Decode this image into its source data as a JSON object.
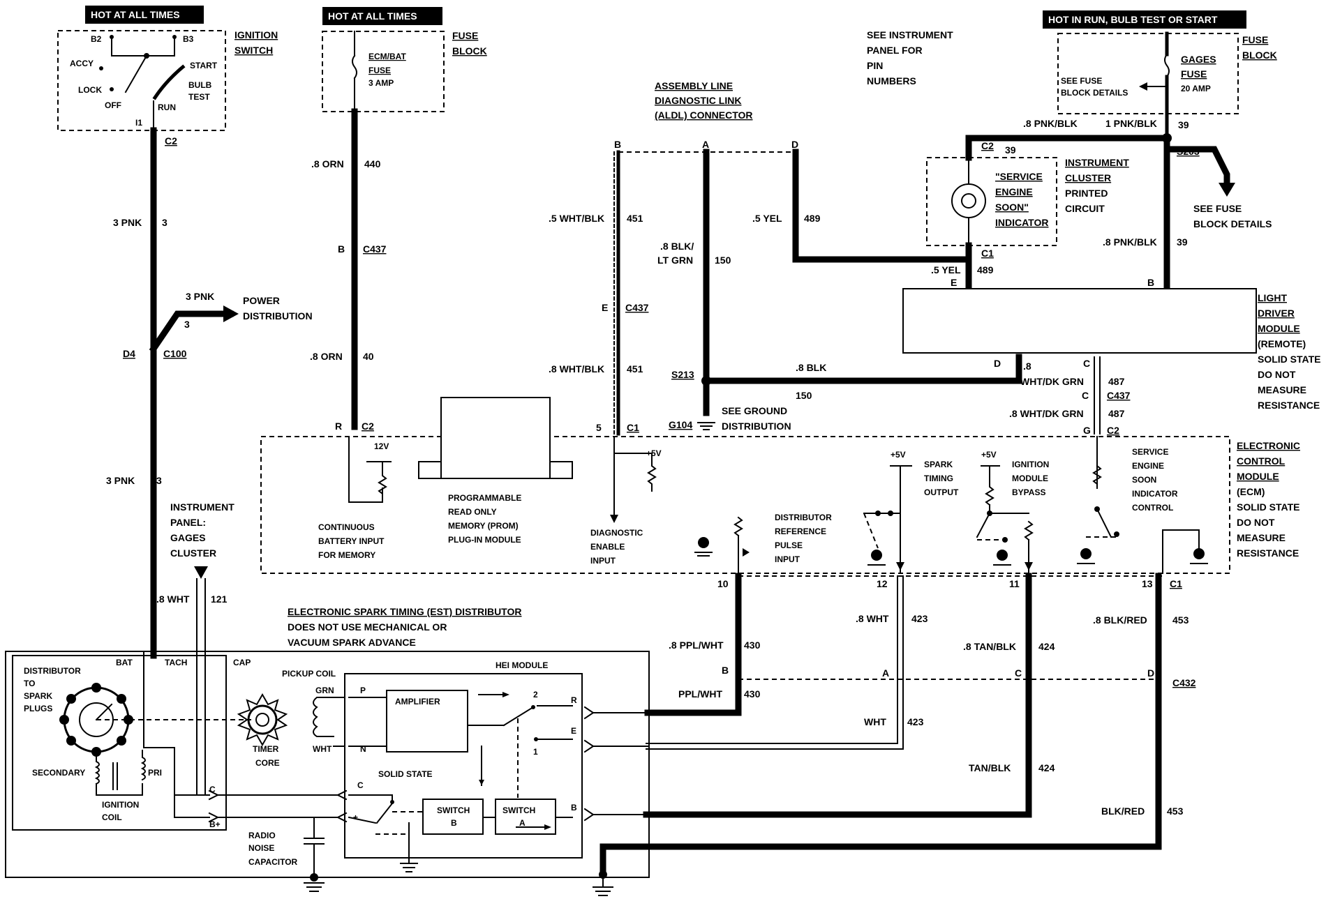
{
  "banners": {
    "left": "HOT AT ALL TIMES",
    "mid": "HOT AT ALL TIMES",
    "right": "HOT IN RUN, BULB TEST OR START"
  },
  "ignition_switch": {
    "title_1": "IGNITION",
    "title_2": "SWITCH",
    "b2": "B2",
    "b3": "B3",
    "accy": "ACCY",
    "lock": "LOCK",
    "off": "OFF",
    "run": "RUN",
    "start": "START",
    "bulb": "BULB",
    "test": "TEST",
    "i1": "I1",
    "c2": "C2"
  },
  "fuse_block_left": {
    "title_1": "FUSE",
    "title_2": "BLOCK",
    "fuse_1": "ECM/BAT",
    "fuse_2": "FUSE",
    "fuse_3": "3 AMP"
  },
  "fuse_block_right": {
    "title_1": "FUSE",
    "title_2": "BLOCK",
    "fuse_1": "GAGES",
    "fuse_2": "FUSE",
    "fuse_3": "20 AMP",
    "details_1": "SEE FUSE",
    "details_2": "BLOCK DETAILS"
  },
  "notes": {
    "instrument_panel_1": "SEE INSTRUMENT",
    "instrument_panel_2": "PANEL FOR",
    "instrument_panel_3": "PIN",
    "instrument_panel_4": "NUMBERS",
    "fuse_details_1": "SEE FUSE",
    "fuse_details_2": "BLOCK DETAILS",
    "power_1": "POWER",
    "power_2": "DISTRIBUTION",
    "ground_1": "SEE GROUND",
    "ground_2": "DISTRIBUTION"
  },
  "aldl": {
    "title_1": "ASSEMBLY LINE",
    "title_2": "DIAGNOSTIC LINK",
    "title_3": "(ALDL) CONNECTOR",
    "pin_b": "B",
    "pin_a": "A",
    "pin_d": "D"
  },
  "instrument_cluster": {
    "title_1": "INSTRUMENT",
    "title_2": "CLUSTER",
    "title_3": "PRINTED",
    "title_4": "CIRCUIT",
    "ind_1": "\"SERVICE",
    "ind_2": "ENGINE",
    "ind_3": "SOON\"",
    "ind_4": "INDICATOR",
    "c2": "C2",
    "c1": "C1"
  },
  "light_driver": {
    "title_1": "LIGHT",
    "title_2": "DRIVER",
    "title_3": "MODULE",
    "title_4": "(REMOTE)",
    "note_1": "SOLID STATE",
    "note_2": "DO NOT",
    "note_3": "MEASURE",
    "note_4": "RESISTANCE",
    "pin_e": "E",
    "pin_b": "B",
    "pin_d": "D",
    "pin_c": "C"
  },
  "ecm": {
    "title_1": "ELECTRONIC",
    "title_2": "CONTROL",
    "title_3": "MODULE",
    "title_4": "(ECM)",
    "note_1": "SOLID STATE",
    "note_2": "DO NOT",
    "note_3": "MEASURE",
    "note_4": "RESISTANCE",
    "v12": "12V",
    "v5a": "+5V",
    "v5b": "+5V",
    "v5c": "+5V",
    "cont_1": "CONTINUOUS",
    "cont_2": "BATTERY INPUT",
    "cont_3": "FOR MEMORY",
    "prom_1": "PROGRAMMABLE",
    "prom_2": "READ ONLY",
    "prom_3": "MEMORY (PROM)",
    "prom_4": "PLUG-IN MODULE",
    "diag_1": "DIAGNOSTIC",
    "diag_2": "ENABLE",
    "diag_3": "INPUT",
    "dist_1": "DISTRIBUTOR",
    "dist_2": "REFERENCE",
    "dist_3": "PULSE",
    "dist_4": "INPUT",
    "spark_1": "SPARK",
    "spark_2": "TIMING",
    "spark_3": "OUTPUT",
    "ign_1": "IGNITION",
    "ign_2": "MODULE",
    "ign_3": "BYPASS",
    "ses_1": "SERVICE",
    "ses_2": "ENGINE",
    "ses_3": "SOON",
    "ses_4": "INDICATOR",
    "ses_5": "CONTROL",
    "pin_r": "R",
    "pin_c2": "C2",
    "pin_5": "5",
    "pin_c1": "C1",
    "pin_g": "G",
    "pin_c2b": "C2",
    "pin_10": "10",
    "pin_12": "12",
    "pin_11": "11",
    "pin_13": "13",
    "pin_c1b": "C1"
  },
  "instrument_panel": {
    "l1": "INSTRUMENT",
    "l2": "PANEL:",
    "l3": "GAGES",
    "l4": "CLUSTER"
  },
  "est_distributor": {
    "title_1": "ELECTRONIC SPARK TIMING (EST) DISTRIBUTOR",
    "title_2": "DOES NOT USE MECHANICAL OR",
    "title_3": "VACUUM SPARK ADVANCE",
    "bat": "BAT",
    "tach": "TACH",
    "cap": "CAP",
    "dist_1": "DISTRIBUTOR",
    "dist_2": "TO",
    "dist_3": "SPARK",
    "dist_4": "PLUGS",
    "secondary": "SECONDARY",
    "pri": "PRI",
    "coil_1": "IGNITION",
    "coil_2": "COIL",
    "c_term": "C",
    "bplus": "B+",
    "pickup": "PICKUP COIL",
    "grn": "GRN",
    "wht": "WHT",
    "timer_1": "TIMER",
    "timer_2": "CORE",
    "radio_1": "RADIO",
    "radio_2": "NOISE",
    "radio_3": "CAPACITOR",
    "hei": "HEI MODULE",
    "p": "P",
    "n": "N",
    "amplifier": "AMPLIFIER",
    "solid_state": "SOLID STATE",
    "switch_b_1": "SWITCH",
    "switch_b_2": "B",
    "switch_a_1": "SWITCH",
    "switch_a_2": "A",
    "n2": "2",
    "n1": "1",
    "c_in": "C",
    "plus": "+",
    "r": "R",
    "e": "E",
    "b": "B"
  },
  "c432": {
    "b": "B",
    "a": "A",
    "c": "C",
    "d": "D",
    "name": "C432"
  },
  "wires": {
    "w3pnk_a": "3 PNK",
    "n3_a": "3",
    "w3pnk_b": "3 PNK",
    "n3_b": "3",
    "w3pnk_c": "3 PNK",
    "n3_c": "3",
    "d4": "D4",
    "c100": "C100",
    "orn440": ".8 ORN",
    "n440": "440",
    "orn40": ".8 ORN",
    "n40": "40",
    "c437_left_b": "B",
    "c437_left": "C437",
    "wht121": ".8 WHT",
    "n121": "121",
    "whtblk451a": ".5 WHT/BLK",
    "n451a": "451",
    "whtblk451b": ".8 WHT/BLK",
    "n451b": "451",
    "c437_mid_e": "E",
    "c437_mid": "C437",
    "blkltgrn_1": ".8 BLK/",
    "blkltgrn_2": "LT GRN",
    "n150a": "150",
    "s213": "S213",
    "g104": "G104",
    "blk150": ".8 BLK",
    "n150b": "150",
    "yel489a": ".5 YEL",
    "n489a": "489",
    "yel489b": ".5 YEL",
    "n489b": "489",
    "pnkblk_a": ".8 PNK/BLK",
    "pnkblk_b": "1 PNK/BLK",
    "n39a": "39",
    "n39b": "39",
    "n39c": "39",
    "s203": "S203",
    "pnkblk_c": ".8 PNK/BLK",
    "dkgrn487_a1": ".8",
    "dkgrn487_a2": "WHT/DK GRN",
    "n487a": "487",
    "c437_right_c": "C",
    "c437_right": "C437",
    "dkgrn487_b": ".8 WHT/DK GRN",
    "n487b": "487",
    "ppl430a": ".8 PPL/WHT",
    "n430a": "430",
    "ppl430b": "PPL/WHT",
    "n430b": "430",
    "wht423a": ".8 WHT",
    "n423a": "423",
    "wht423b": "WHT",
    "n423b": "423",
    "tan424a": ".8 TAN/BLK",
    "n424a": "424",
    "tan424b": "TAN/BLK",
    "n424b": "424",
    "blkred453a": ".8 BLK/RED",
    "n453a": "453",
    "blkred453b": "BLK/RED",
    "n453b": "453"
  }
}
